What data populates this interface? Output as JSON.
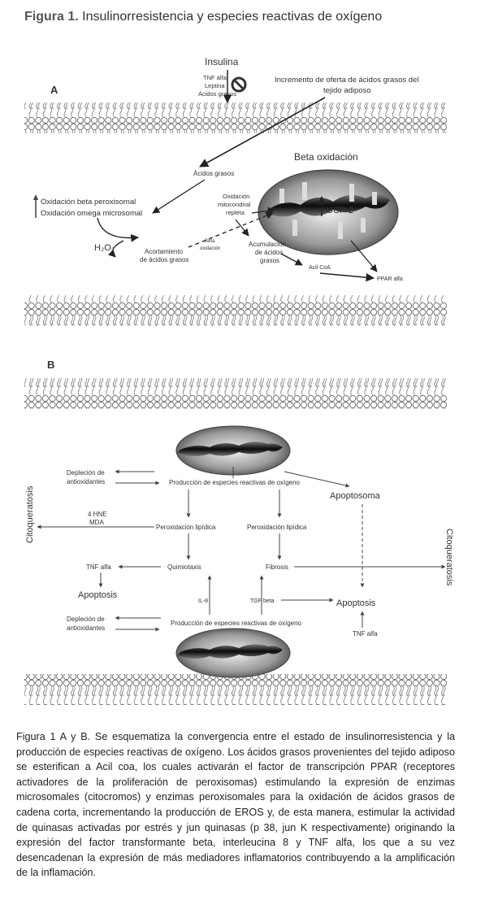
{
  "figure": {
    "label": "Figura 1.",
    "title": "Insulinorresistencia y especies reactivas de oxígeno"
  },
  "panel_a": {
    "letter": "A",
    "insulina": "Insulina",
    "inhibitors": [
      "TNF alfa",
      "Leptina",
      "Ácidos grasos"
    ],
    "increment": [
      "Incremento de oferta de ácidos grasos del",
      "tejido adiposo"
    ],
    "beta_title": "Beta oxidación",
    "acidos_grasos": "Ácidos grasos",
    "perox": [
      "Oxidación beta peroxisomal",
      "Oxidación omega microsomal"
    ],
    "mito_repleta": [
      "Oxidación",
      "mitocondrial",
      "repleta"
    ],
    "ucp2": "UCP-2",
    "h2o2": "H₂O₂",
    "acortamiento": [
      "Acortamiento",
      "de ácidos grasos"
    ],
    "beta_ox_small": [
      "Beta",
      "oxidación"
    ],
    "acumulacion": [
      "Acumulación",
      "de ácidos",
      "grasos"
    ],
    "acil_coa": "Acil CoA",
    "ppar": "PPAR alfa"
  },
  "panel_b": {
    "letter": "B",
    "deplecion_top": [
      "Depleción de",
      "antioxidantes"
    ],
    "eros_top": "Producción de especies reactivas de oxígeno",
    "apoptosoma": "Apoptosoma",
    "citoq_left": "Citoqueratosis",
    "citoq_right": "Citoqueratosis",
    "hne": [
      "4 HNE",
      "MDA"
    ],
    "perox_left": "Peroxidación lipídica",
    "perox_right": "Peroxidación lipídica",
    "tnf_left": "TNF alfa",
    "quimiotaxis": "Quimiotaxis",
    "fibrosis": "Fibrosis",
    "apoptosis_left": "Apoptosis",
    "il8": "IL-8",
    "tgf": "TGF beta",
    "apoptosis_right": "Apoptosis",
    "deplecion_bottom": [
      "Depleción de",
      "antioxidantes"
    ],
    "eros_bottom": "Producción de especies reactivas de oxígeno",
    "tnf_bottom": "TNF alfa"
  },
  "caption": "Figura 1 A y B. Se esquematiza la convergencia entre el estado de insulinorresistencia y la producción de especies reactivas de oxígeno. Los ácidos grasos provenientes del tejido adiposo se esterifican a Acil coa, los cuales activarán el factor de transcripción PPAR (receptores activadores de la proliferación de peroxisomas) estimulando la expresión de enzimas microsomales (citocromos) y enzimas peroxisomales para la oxidación de ácidos grasos de cadena corta, incrementando la producción de EROS y, de esta manera, estimular la actividad de quinasas activadas por estrés y jun quinasas (p 38, jun K respectivamente) originando la expresión del factor transformante beta, interleucina  8 y TNF alfa, los que a su vez desencadenan la expresión de más mediadores inflamatorios contribuyendo a la amplificación de la inflamación."
}
